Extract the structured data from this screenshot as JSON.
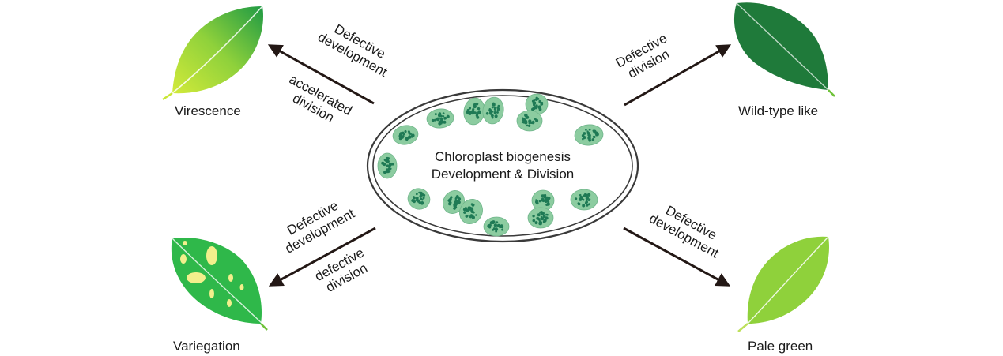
{
  "center": {
    "line1": "Chloroplast biogenesis",
    "line2": "Development & Division",
    "ellipse_color": "#3a3a3a"
  },
  "phenotypes": {
    "top_left": "Virescence",
    "top_right": "Wild-type like",
    "bottom_left": "Variegation",
    "bottom_right": "Pale green"
  },
  "arrows": {
    "top_left": {
      "above_1": "Defective",
      "above_2": "development",
      "below_1": "accelerated",
      "below_2": "division"
    },
    "top_right": {
      "above_1": "Defective",
      "above_2": "division"
    },
    "bottom_left": {
      "above_1": "Defective",
      "above_2": "development",
      "below_1": "defective",
      "below_2": "division"
    },
    "bottom_right": {
      "above_1": "Defective",
      "above_2": "development"
    }
  },
  "colors": {
    "arrow": "#231815",
    "chloroplast_fill": "#8ccca0",
    "thylakoid": "#1f7a55",
    "leaf_wildtype": "#1f7a3a",
    "leaf_pale": "#8fd13b",
    "leaf_variegation": "#2fb84a",
    "variegation_spots": "#f2ef8c",
    "virescence_tip": "#2aa84a",
    "virescence_base": "#c9e635"
  }
}
